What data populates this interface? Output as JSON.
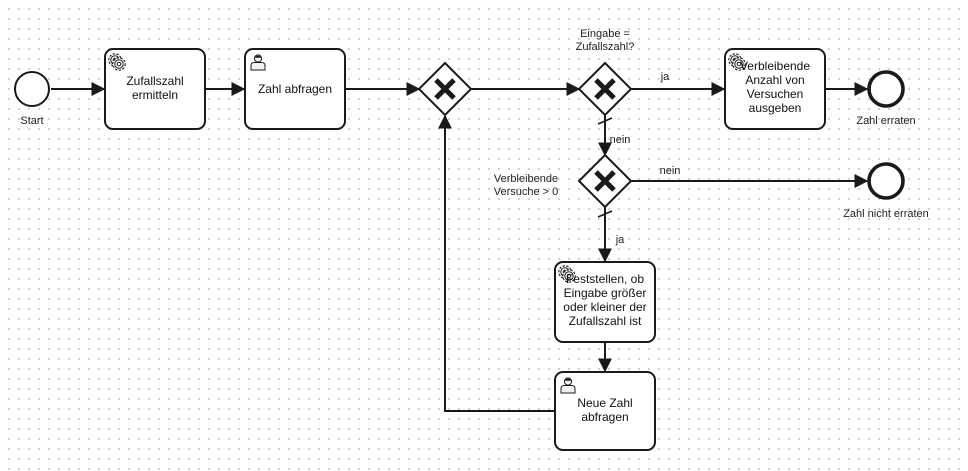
{
  "events": {
    "start": "Start",
    "end_guessed": "Zahl erraten",
    "end_not_guessed": "Zahl nicht erraten"
  },
  "tasks": {
    "random": {
      "line1": "Zufallszahl",
      "line2": "ermitteln",
      "type_icon": "gear-icon"
    },
    "ask": {
      "line1": "Zahl abfragen",
      "type_icon": "user-icon"
    },
    "remaining": {
      "line1": "Verbleibende",
      "line2": "Anzahl von",
      "line3": "Versuchen",
      "line4": "ausgeben",
      "type_icon": "gear-icon"
    },
    "compare": {
      "line1": "Feststellen, ob",
      "line2": "Eingabe größer",
      "line3": "oder kleiner der",
      "line4": "Zufallszahl ist",
      "type_icon": "gear-icon"
    },
    "new_number": {
      "line1": "Neue Zahl",
      "line2": "abfragen",
      "type_icon": "user-icon"
    }
  },
  "gateways": {
    "input_equal": {
      "line1": "Eingabe =",
      "line2": "Zufallszahl?"
    },
    "attempts": {
      "line1": "Verbleibende",
      "line2": "Versuche > 0"
    }
  },
  "flows": {
    "ja_top": "ja",
    "nein_down": "nein",
    "nein_right": "nein",
    "ja_down": "ja"
  },
  "colors": {
    "stroke": "#1a1a1a",
    "fill": "#ffffff",
    "grid_dot": "#c6c6c6"
  }
}
